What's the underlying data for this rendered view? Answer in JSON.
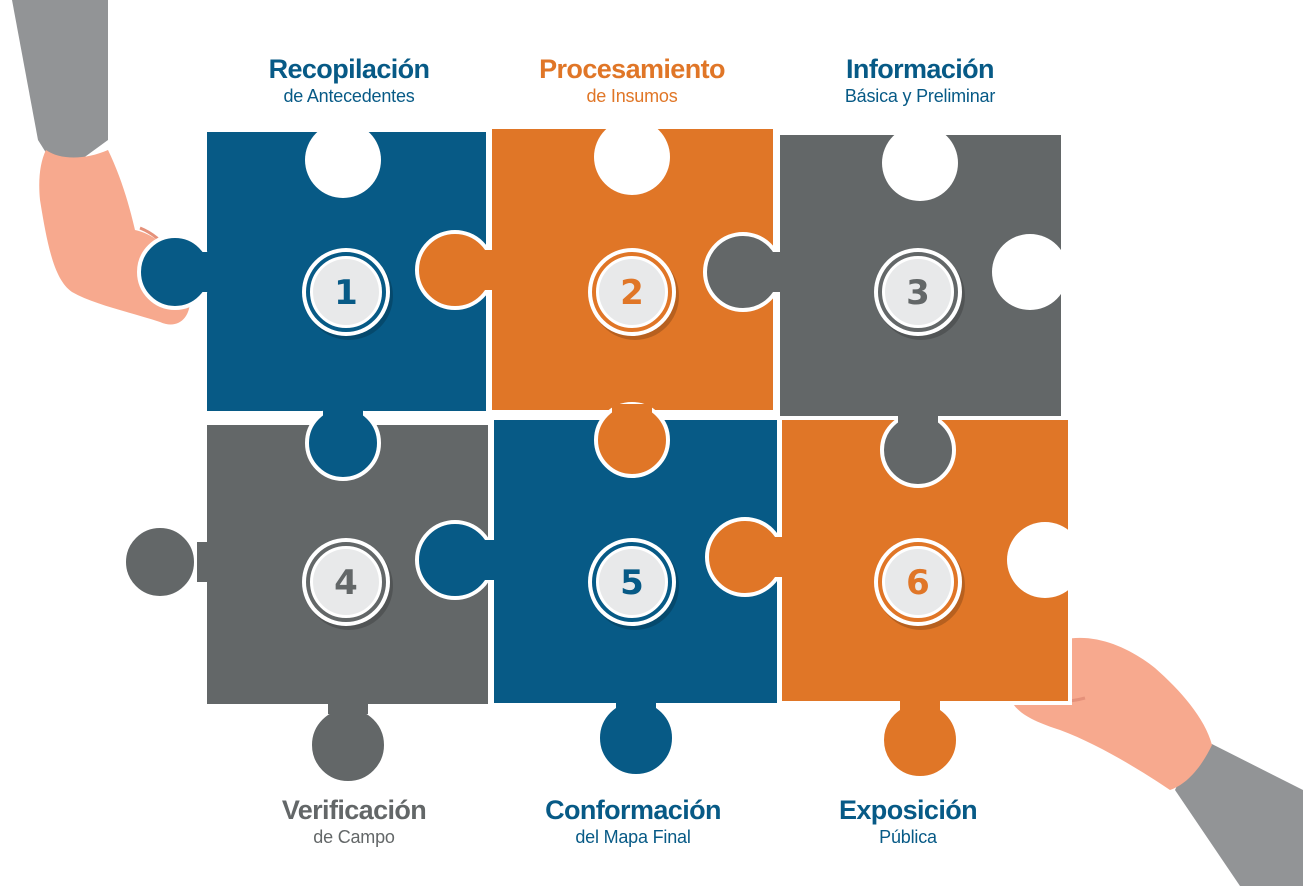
{
  "colors": {
    "blue": "#075a86",
    "orange": "#e07627",
    "gray": "#636768",
    "skin": "#f7a98e",
    "skin_shade": "#e5917a",
    "sleeve": "#929496",
    "badge_fill": "#e8e9ea"
  },
  "steps": [
    {
      "number": "1",
      "title": "Recopilación",
      "subtitle": "de Antecedentes",
      "color": "blue"
    },
    {
      "number": "2",
      "title": "Procesamiento",
      "subtitle": "de Insumos",
      "color": "orange"
    },
    {
      "number": "3",
      "title": "Información",
      "subtitle": "Básica y Preliminar",
      "color": "gray"
    },
    {
      "number": "4",
      "title": "Verificación",
      "subtitle": "de Campo",
      "color": "gray"
    },
    {
      "number": "5",
      "title": "Conformación",
      "subtitle": "del Mapa Final",
      "color": "blue"
    },
    {
      "number": "6",
      "title": "Exposición",
      "subtitle": "Pública",
      "color": "orange"
    }
  ]
}
